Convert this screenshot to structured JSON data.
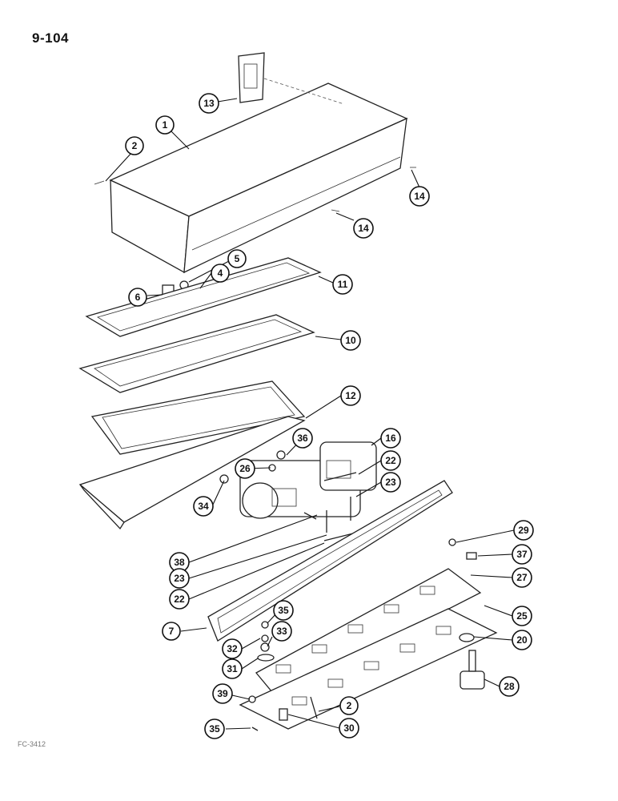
{
  "page": {
    "page_number": "9-104",
    "figure_code": "FC-3412"
  },
  "callouts": [
    {
      "id": "c1",
      "label": "1"
    },
    {
      "id": "c2a",
      "label": "2"
    },
    {
      "id": "c13",
      "label": "13"
    },
    {
      "id": "c14a",
      "label": "14"
    },
    {
      "id": "c14b",
      "label": "14"
    },
    {
      "id": "c5",
      "label": "5"
    },
    {
      "id": "c4",
      "label": "4"
    },
    {
      "id": "c6",
      "label": "6"
    },
    {
      "id": "c11",
      "label": "11"
    },
    {
      "id": "c10",
      "label": "10"
    },
    {
      "id": "c12",
      "label": "12"
    },
    {
      "id": "c36",
      "label": "36"
    },
    {
      "id": "c16",
      "label": "16"
    },
    {
      "id": "c26",
      "label": "26"
    },
    {
      "id": "c22a",
      "label": "22"
    },
    {
      "id": "c23a",
      "label": "23"
    },
    {
      "id": "c34",
      "label": "34"
    },
    {
      "id": "c38",
      "label": "38"
    },
    {
      "id": "c23b",
      "label": "23"
    },
    {
      "id": "c22b",
      "label": "22"
    },
    {
      "id": "c29",
      "label": "29"
    },
    {
      "id": "c37",
      "label": "37"
    },
    {
      "id": "c27",
      "label": "27"
    },
    {
      "id": "c25",
      "label": "25"
    },
    {
      "id": "c7",
      "label": "7"
    },
    {
      "id": "c35a",
      "label": "35"
    },
    {
      "id": "c32",
      "label": "32"
    },
    {
      "id": "c33",
      "label": "33"
    },
    {
      "id": "c20",
      "label": "20"
    },
    {
      "id": "c31",
      "label": "31"
    },
    {
      "id": "c28",
      "label": "28"
    },
    {
      "id": "c39",
      "label": "39"
    },
    {
      "id": "c2b",
      "label": "2"
    },
    {
      "id": "c35b",
      "label": "35"
    },
    {
      "id": "c30",
      "label": "30"
    }
  ]
}
